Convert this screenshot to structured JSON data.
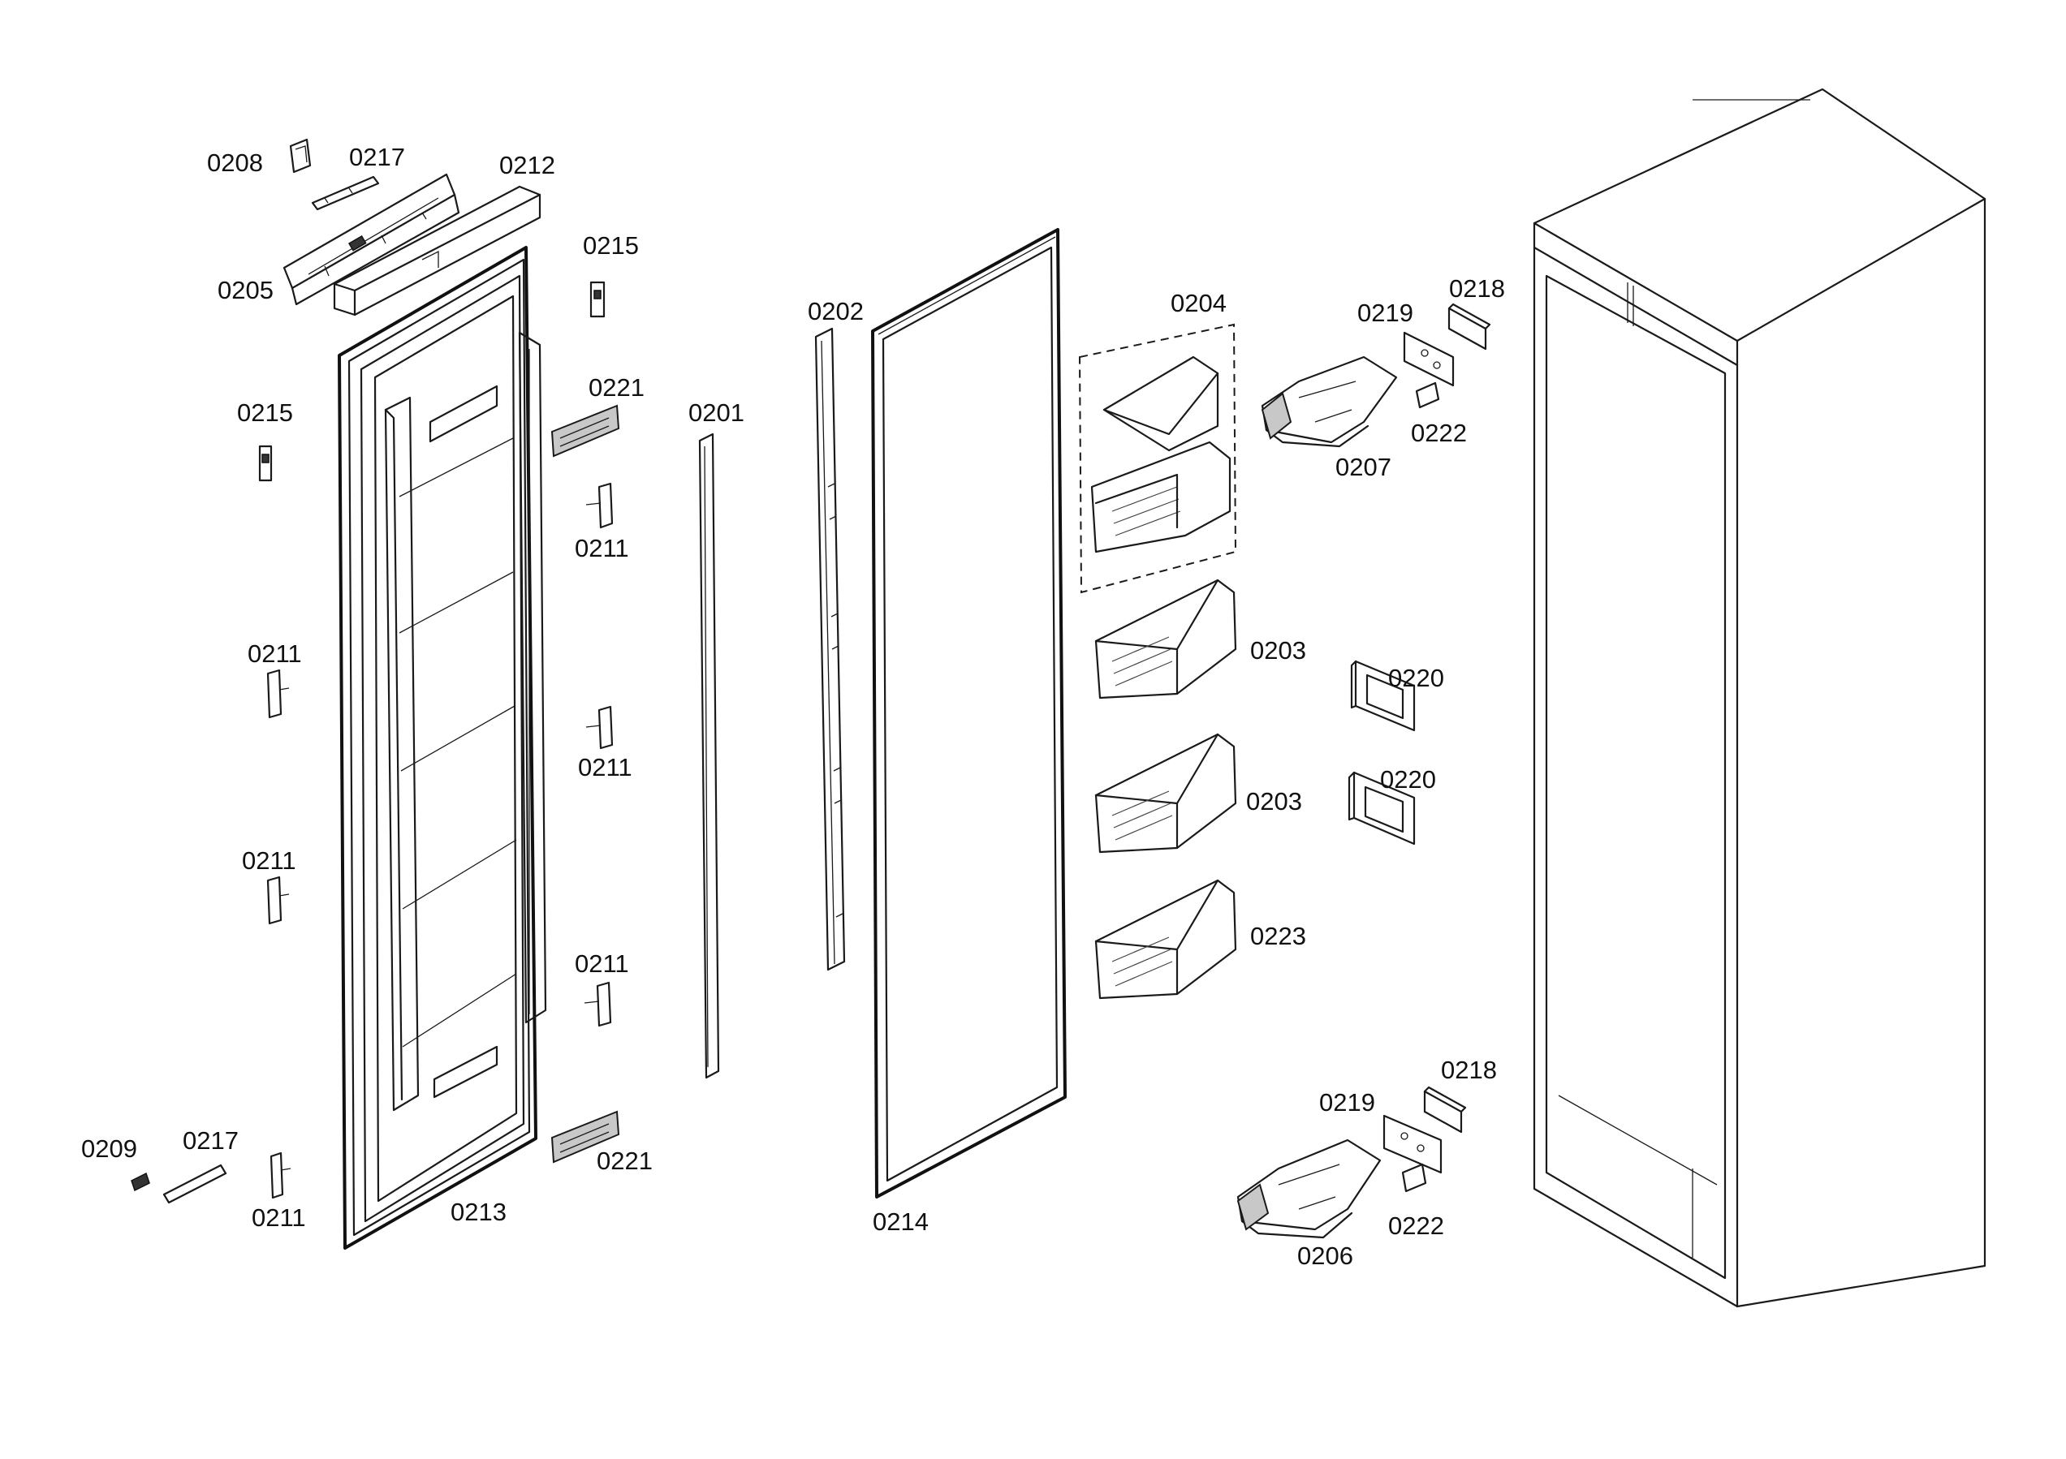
{
  "callouts": [
    {
      "id": "c0208a",
      "text": "0208"
    },
    {
      "id": "c0217a",
      "text": "0217"
    },
    {
      "id": "c0212",
      "text": "0212"
    },
    {
      "id": "c0205",
      "text": "0205"
    },
    {
      "id": "c0215a",
      "text": "0215"
    },
    {
      "id": "c0215b",
      "text": "0215"
    },
    {
      "id": "c0221a",
      "text": "0221"
    },
    {
      "id": "c0211a",
      "text": "0211"
    },
    {
      "id": "c0211b",
      "text": "0211"
    },
    {
      "id": "c0211c",
      "text": "0211"
    },
    {
      "id": "c0211d",
      "text": "0211"
    },
    {
      "id": "c0211e",
      "text": "0211"
    },
    {
      "id": "c0211f",
      "text": "0211"
    },
    {
      "id": "c0209",
      "text": "0209"
    },
    {
      "id": "c0217b",
      "text": "0217"
    },
    {
      "id": "c0213",
      "text": "0213"
    },
    {
      "id": "c0221b",
      "text": "0221"
    },
    {
      "id": "c0202",
      "text": "0202"
    },
    {
      "id": "c0201",
      "text": "0201"
    },
    {
      "id": "c0214",
      "text": "0214"
    },
    {
      "id": "c0204",
      "text": "0204"
    },
    {
      "id": "c0203a",
      "text": "0203"
    },
    {
      "id": "c0203b",
      "text": "0203"
    },
    {
      "id": "c0223",
      "text": "0223"
    },
    {
      "id": "c0219a",
      "text": "0219"
    },
    {
      "id": "c0218a",
      "text": "0218"
    },
    {
      "id": "c0222a",
      "text": "0222"
    },
    {
      "id": "c0207",
      "text": "0207"
    },
    {
      "id": "c0220a",
      "text": "0220"
    },
    {
      "id": "c0220b",
      "text": "0220"
    },
    {
      "id": "c0218b",
      "text": "0218"
    },
    {
      "id": "c0219b",
      "text": "0219"
    },
    {
      "id": "c0222b",
      "text": "0222"
    },
    {
      "id": "c0206",
      "text": "0206"
    }
  ]
}
